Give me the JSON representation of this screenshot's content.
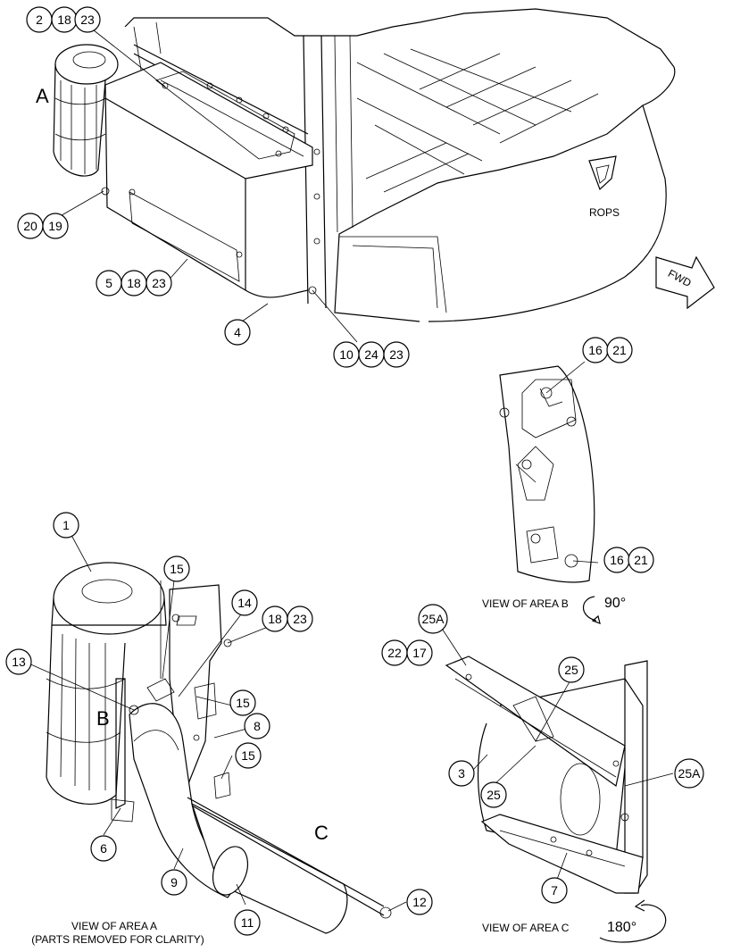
{
  "callouts": {
    "c2": "2",
    "c18a": "18",
    "c23a": "23",
    "c20": "20",
    "c19": "19",
    "c5": "5",
    "c18b": "18",
    "c23b": "23",
    "c4": "4",
    "c10": "10",
    "c24": "24",
    "c23c": "23",
    "c16a": "16",
    "c21a": "21",
    "c16b": "16",
    "c21b": "21",
    "c1": "1",
    "c15a": "15",
    "c14": "14",
    "c18c": "18",
    "c23d": "23",
    "c13": "13",
    "c15b": "15",
    "c8": "8",
    "c15c": "15",
    "c6": "6",
    "c9": "9",
    "c11": "11",
    "c12": "12",
    "c25a1": "25A",
    "c22": "22",
    "c17": "17",
    "c25a": "25",
    "c3": "3",
    "c25b": "25",
    "c25a2": "25A",
    "c7": "7"
  },
  "labels": {
    "area_a_letter": "A",
    "area_b_letter": "B",
    "area_c_letter": "C",
    "rops": "ROPS",
    "fwd": "FWD",
    "view_b": "VIEW OF AREA B",
    "rot_b": "90°",
    "view_a_line1": "VIEW OF AREA A",
    "view_a_line2": "(PARTS REMOVED FOR CLARITY)",
    "view_c": "VIEW OF AREA C",
    "rot_c": "180°"
  }
}
